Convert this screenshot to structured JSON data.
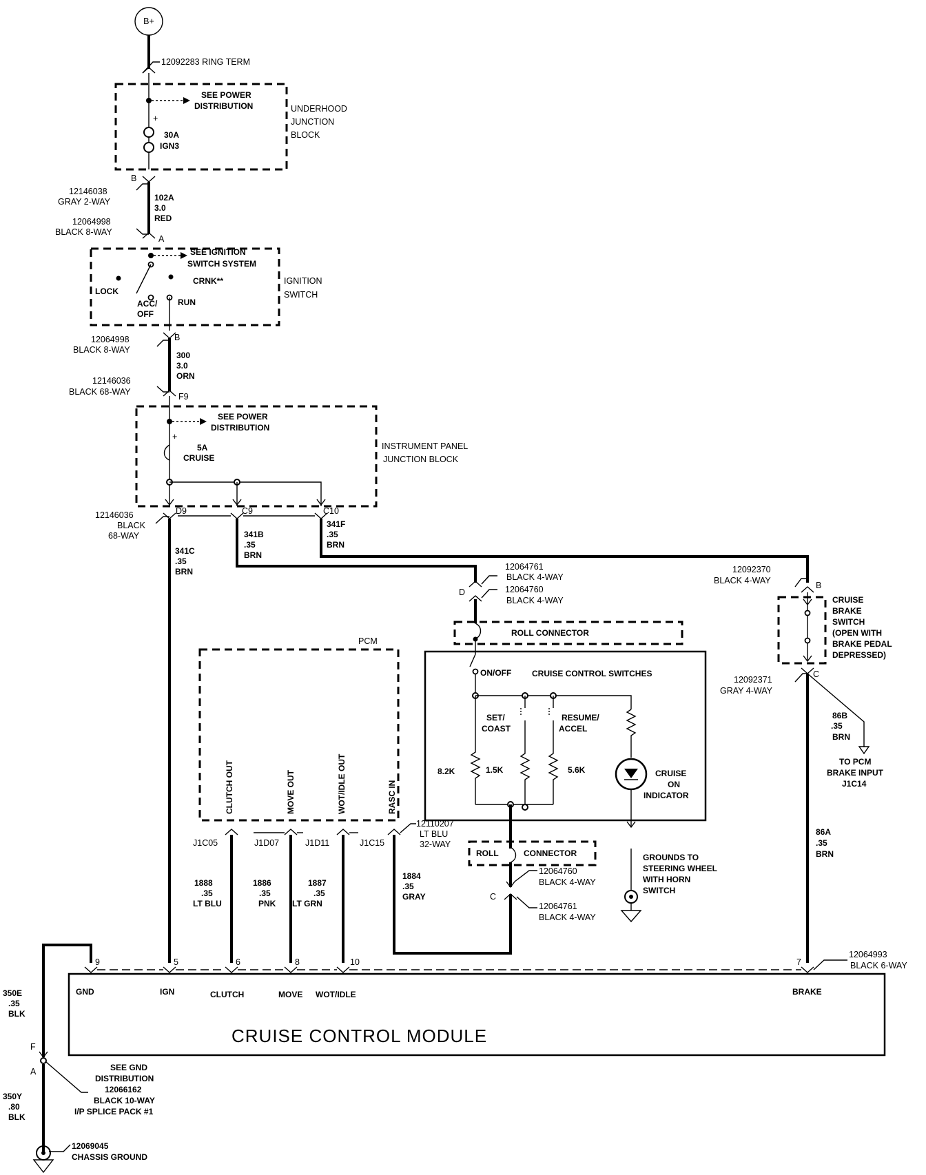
{
  "battery": {
    "label": "B+"
  },
  "ring_term": "12092283  RING TERM",
  "underhood": {
    "see": [
      "SEE POWER",
      "DISTRIBUTION"
    ],
    "name": [
      "UNDERHOOD",
      "JUNCTION",
      "BLOCK"
    ],
    "fuse": [
      "30A",
      "IGN3"
    ]
  },
  "conn_underhood_b": {
    "pin": "B",
    "parts": [
      "12146038",
      "GRAY 2-WAY"
    ]
  },
  "wire_102a": [
    "102A",
    "3.0",
    "RED"
  ],
  "conn_ign_a": {
    "pin": "A",
    "parts": [
      "12064998",
      "BLACK 8-WAY"
    ]
  },
  "ignition": {
    "see": [
      "SEE IGNITION",
      "SWITCH SYSTEM"
    ],
    "name": [
      "IGNITION",
      "SWITCH"
    ],
    "lock": "LOCK",
    "acc": [
      "ACC/",
      "OFF"
    ],
    "run": "RUN",
    "crnk": "CRNK**"
  },
  "conn_ign_b": {
    "pin": "B",
    "parts": [
      "12064998",
      "BLACK 8-WAY"
    ]
  },
  "wire_300": [
    "300",
    "3.0",
    "ORN"
  ],
  "conn_ip_f9": {
    "pin": "F9",
    "parts": [
      "12146036",
      "BLACK 68-WAY"
    ]
  },
  "ip_block": {
    "see": [
      "SEE POWER",
      "DISTRIBUTION"
    ],
    "name": [
      "INSTRUMENT PANEL",
      "JUNCTION BLOCK"
    ],
    "fuse": [
      "5A",
      "CRUISE"
    ]
  },
  "conn_ip_out": {
    "pins": [
      "D9",
      "C9",
      "C10"
    ],
    "parts": [
      "12146036",
      "BLACK",
      "68-WAY"
    ]
  },
  "wire_341c": [
    "341C",
    ".35",
    "BRN"
  ],
  "wire_341b": [
    "341B",
    ".35",
    "BRN"
  ],
  "wire_341f": [
    "341F",
    ".35",
    "BRN"
  ],
  "conn_d_upper": {
    "pin": "D",
    "parts": [
      "12064761",
      "BLACK 4-WAY"
    ]
  },
  "conn_d_lower": {
    "parts": [
      "12064760",
      "BLACK 4-WAY"
    ]
  },
  "roll_connector_top": "ROLL CONNECTOR",
  "roll_connector_bottom": [
    "ROLL",
    "CONNECTOR"
  ],
  "switches": {
    "title": "CRUISE CONTROL SWITCHES",
    "on_off": "ON/OFF",
    "set": [
      "SET/",
      "COAST"
    ],
    "resume": [
      "RESUME/",
      "ACCEL"
    ],
    "r1": "8.2K",
    "r2": "1.5K",
    "r3": "5.6K",
    "indicator": [
      "CRUISE",
      "ON",
      "INDICATOR"
    ]
  },
  "horn_ground": [
    "GROUNDS TO",
    "STEERING WHEEL",
    "WITH HORN",
    "SWITCH"
  ],
  "conn_c_upper": {
    "parts": [
      "12064760",
      "BLACK 4-WAY"
    ]
  },
  "conn_c_lower": {
    "pin": "C",
    "parts": [
      "12064761",
      "BLACK 4-WAY"
    ]
  },
  "pcm": {
    "title": "PCM",
    "pins": [
      "CLUTCH OUT",
      "MOVE OUT",
      "WOT/IDLE OUT",
      "RASC IN"
    ],
    "cavities": [
      "J1C05",
      "J1D07",
      "J1D11",
      "J1C15"
    ],
    "conn": [
      "12110207",
      "LT BLU",
      "32-WAY"
    ]
  },
  "wire_1888": [
    "1888",
    ".35",
    "LT BLU"
  ],
  "wire_1886": [
    "1886",
    ".35",
    "PNK"
  ],
  "wire_1887": [
    "1887",
    ".35",
    "LT GRN"
  ],
  "wire_1884": [
    "1884",
    ".35",
    "GRAY"
  ],
  "brake_switch": {
    "conn_top": {
      "pin": "B",
      "parts": [
        "12092370",
        "BLACK 4-WAY"
      ]
    },
    "name": [
      "CRUISE",
      "BRAKE",
      "SWITCH",
      "(OPEN WITH",
      "BRAKE PEDAL",
      "DEPRESSED)"
    ],
    "conn_bottom": {
      "pin": "C",
      "parts": [
        "12092371",
        "GRAY 4-WAY"
      ]
    }
  },
  "wire_86b": [
    "86B",
    ".35",
    "BRN"
  ],
  "to_pcm": [
    "TO PCM",
    "BRAKE INPUT",
    "J1C14"
  ],
  "wire_86a": [
    "86A",
    ".35",
    "BRN"
  ],
  "module": {
    "title": "CRUISE CONTROL MODULE",
    "pin_nums": [
      "9",
      "5",
      "6",
      "8",
      "10",
      "7"
    ],
    "pin_names": [
      "GND",
      "IGN",
      "CLUTCH",
      "MOVE",
      "WOT/IDLE",
      "BRAKE"
    ],
    "conn": [
      "12064993",
      "BLACK 6-WAY"
    ]
  },
  "wire_350e": [
    "350E",
    ".35",
    "BLK"
  ],
  "splice": {
    "pin_f": "F",
    "pin_a": "A",
    "label": [
      "SEE GND",
      "DISTRIBUTION",
      "12066162",
      "BLACK 10-WAY",
      "I/P SPLICE PACK #1"
    ]
  },
  "wire_350y": [
    "350Y",
    ".80",
    "BLK"
  ],
  "chassis_ground": [
    "12069045",
    "CHASSIS GROUND"
  ]
}
